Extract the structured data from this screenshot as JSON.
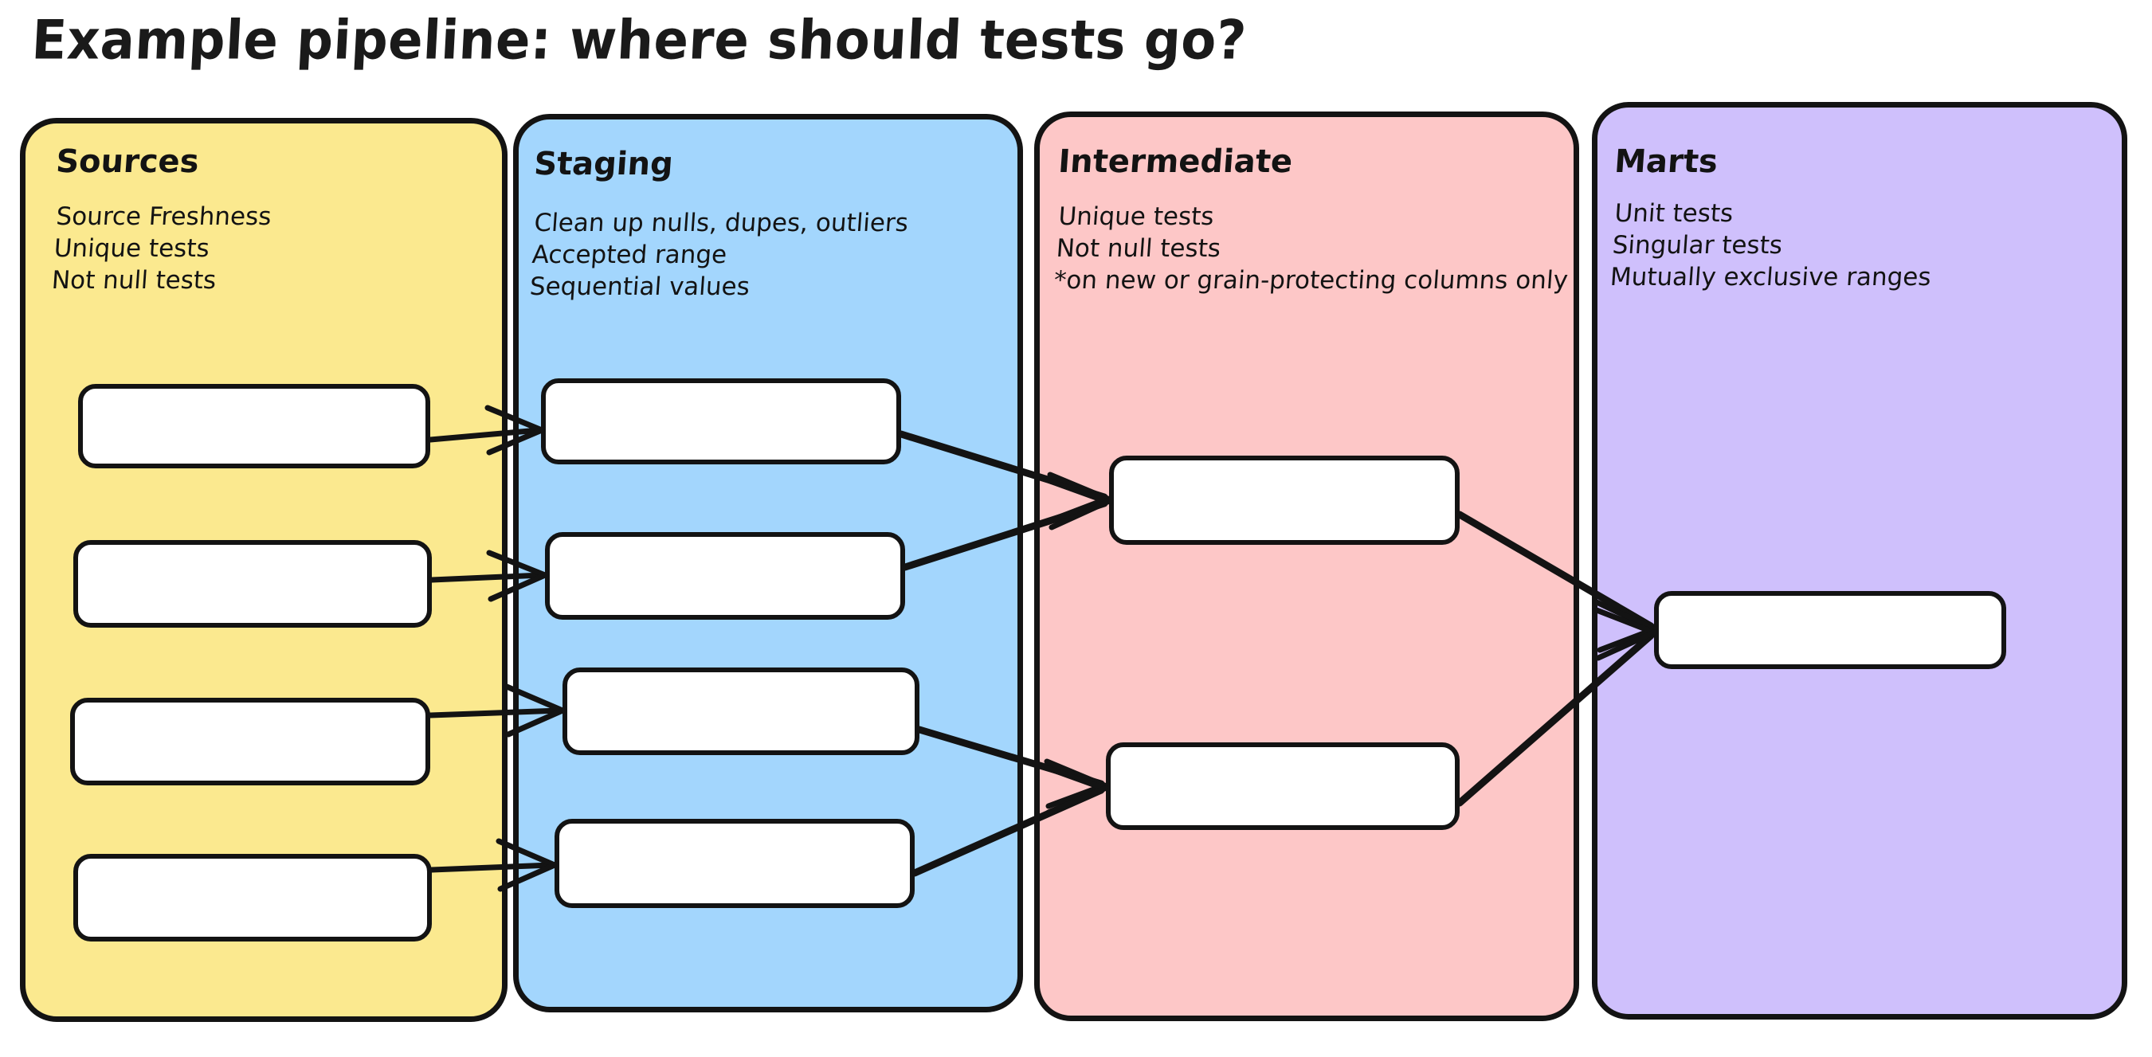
{
  "page": {
    "title": "Example pipeline: where should tests go?",
    "background": "#ffffff",
    "ink": "#131313"
  },
  "columns": [
    {
      "id": "sources",
      "title": "Sources",
      "color": "#fbe98f",
      "lines": [
        "Source Freshness",
        "Unique tests",
        "Not null tests"
      ],
      "node_count": 4
    },
    {
      "id": "staging",
      "title": "Staging",
      "color": "#a3d6fd",
      "lines": [
        "Clean up nulls, dupes, outliers",
        "Accepted range",
        "Sequential values"
      ],
      "node_count": 4
    },
    {
      "id": "intermediate",
      "title": "Intermediate",
      "color": "#fdc7c7",
      "lines": [
        "Unique tests",
        "Not null tests",
        "*on new or grain-protecting columns only"
      ],
      "node_count": 2
    },
    {
      "id": "marts",
      "title": "Marts",
      "color": "#cfc0fc",
      "lines": [
        "Unit tests",
        "Singular tests",
        "Mutually exclusive ranges"
      ],
      "node_count": 1
    }
  ],
  "edges": [
    {
      "from": "sources-node-1",
      "to": "staging-node-1"
    },
    {
      "from": "sources-node-2",
      "to": "staging-node-2"
    },
    {
      "from": "sources-node-3",
      "to": "staging-node-3"
    },
    {
      "from": "sources-node-4",
      "to": "staging-node-4"
    },
    {
      "from": "staging-node-1",
      "to": "intermediate-node-1"
    },
    {
      "from": "staging-node-2",
      "to": "intermediate-node-1"
    },
    {
      "from": "staging-node-3",
      "to": "intermediate-node-2"
    },
    {
      "from": "staging-node-4",
      "to": "intermediate-node-2"
    },
    {
      "from": "intermediate-node-1",
      "to": "marts-node-1"
    },
    {
      "from": "intermediate-node-2",
      "to": "marts-node-1"
    }
  ]
}
